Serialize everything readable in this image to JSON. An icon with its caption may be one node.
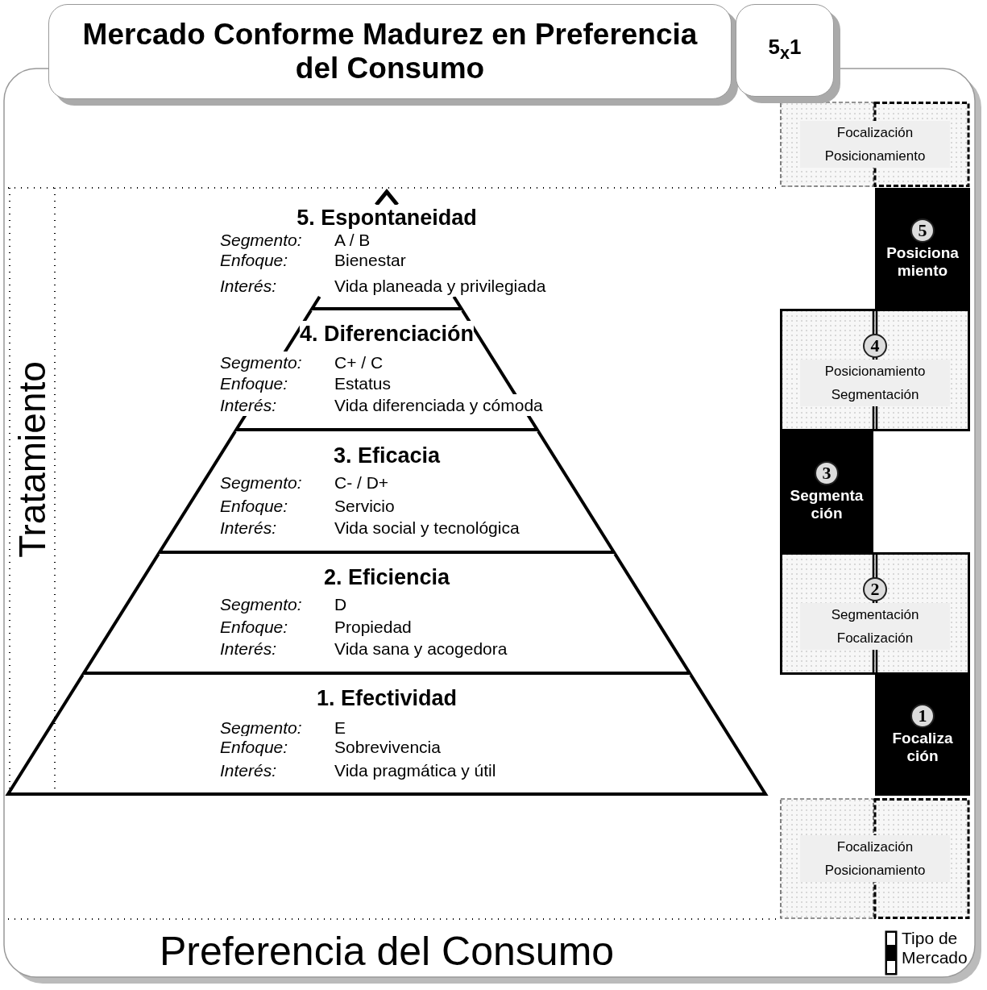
{
  "diagram": {
    "title": "Mercado Conforme Madurez en Preferencia del Consumo",
    "nodes": [
      {
        "text": [
          "5$_{x}$1"
        ]
      },
      {
        "text": [
          "5. Espontaneidad",
          "Segmento:",
          "A / B",
          "Enfoque:",
          "Bienestar",
          "Interés:",
          "Vida planeada y privilegiada"
        ]
      },
      {
        "text": [
          "4. Diferenciación",
          "Segmento:",
          "C+ / C",
          "Enfoque:",
          "Estatus",
          "Interés:",
          "Vida diferenciada y cómoda"
        ]
      },
      {
        "text": [
          "3. Eficacia",
          "Segmento:",
          "C- / D+",
          "Enfoque:",
          "Servicio",
          "Interés:",
          "Vida social y tecnológica"
        ]
      },
      {
        "text": [
          "2. Eficiencia",
          "Segmento:",
          "D",
          "Enfoque:",
          "Propiedad",
          "Interés:",
          "Vida sana y acogedora"
        ]
      },
      {
        "text": [
          "1. Efectividad",
          "Segmento:",
          "E",
          "Enfoque:",
          "Sobrevivencia",
          "Interés:",
          "Vida pragmática y útil"
        ]
      },
      {
        "text": [
          "Focalización Posicionamiento"
        ]
      },
      {
        "text": [
          "5",
          "Posiciona miento"
        ]
      },
      {
        "text": [
          "4",
          "Posicionamiento Segmentación"
        ]
      },
      {
        "text": [
          "3",
          "Segmenta ción"
        ]
      },
      {
        "text": [
          "2",
          "Segmentación Focalización"
        ]
      },
      {
        "text": [
          "1",
          "Focaliza ción"
        ]
      },
      {
        "text": [
          "Focalización Posicionamiento"
        ]
      }
    ],
    "labels": [
      "Tratamiento",
      "Preferencia del Consumo"
    ],
    "legend": [
      {
        "text": "Tipo de Mercado"
      }
    ]
  }
}
